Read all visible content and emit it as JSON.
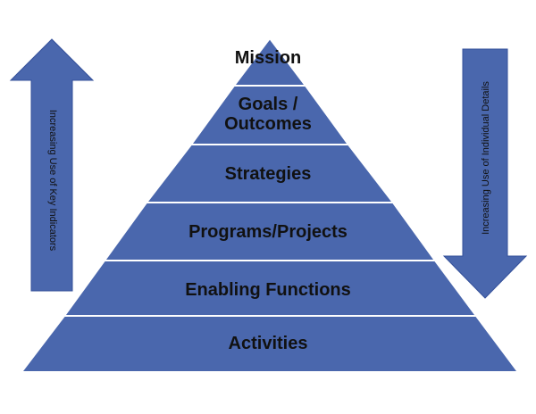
{
  "diagram": {
    "levels": [
      {
        "label": "Mission"
      },
      {
        "label": "Goals /\nOutcomes"
      },
      {
        "label": "Strategies"
      },
      {
        "label": "Programs/Projects"
      },
      {
        "label": "Enabling Functions"
      },
      {
        "label": "Activities"
      }
    ],
    "up_arrow_label": "Increasing Use of Key Indicators",
    "down_arrow_label": "Increasing Use of Individual Details",
    "colors": {
      "fill": "#4a67ad",
      "stroke": "#34509a",
      "divider": "#ffffff",
      "text": "#111111"
    }
  }
}
